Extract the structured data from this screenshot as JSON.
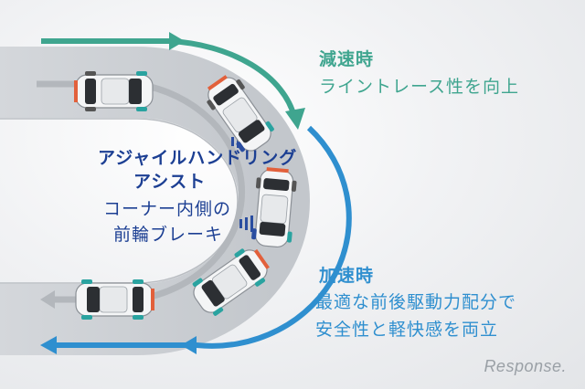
{
  "labels": {
    "decel_title": "減速時",
    "decel_desc": "ライントレース性を向上",
    "agile_line1": "アジャイルハンドリング",
    "agile_line2": "アシスト",
    "agile_line3": "コーナー内側の",
    "agile_line4": "前輪ブレーキ",
    "accel_title": "加速時",
    "accel_desc1": "最適な前後駆動力配分で",
    "accel_desc2": "安全性と軽快感を両立"
  },
  "watermark": "Response.",
  "colors": {
    "decel": "#3fa58f",
    "accel": "#2f8fcf",
    "agile": "#1c3f93",
    "road": "#c9cdd2",
    "car_body": "#f4f5f6",
    "car_accent": "#e2603b"
  }
}
